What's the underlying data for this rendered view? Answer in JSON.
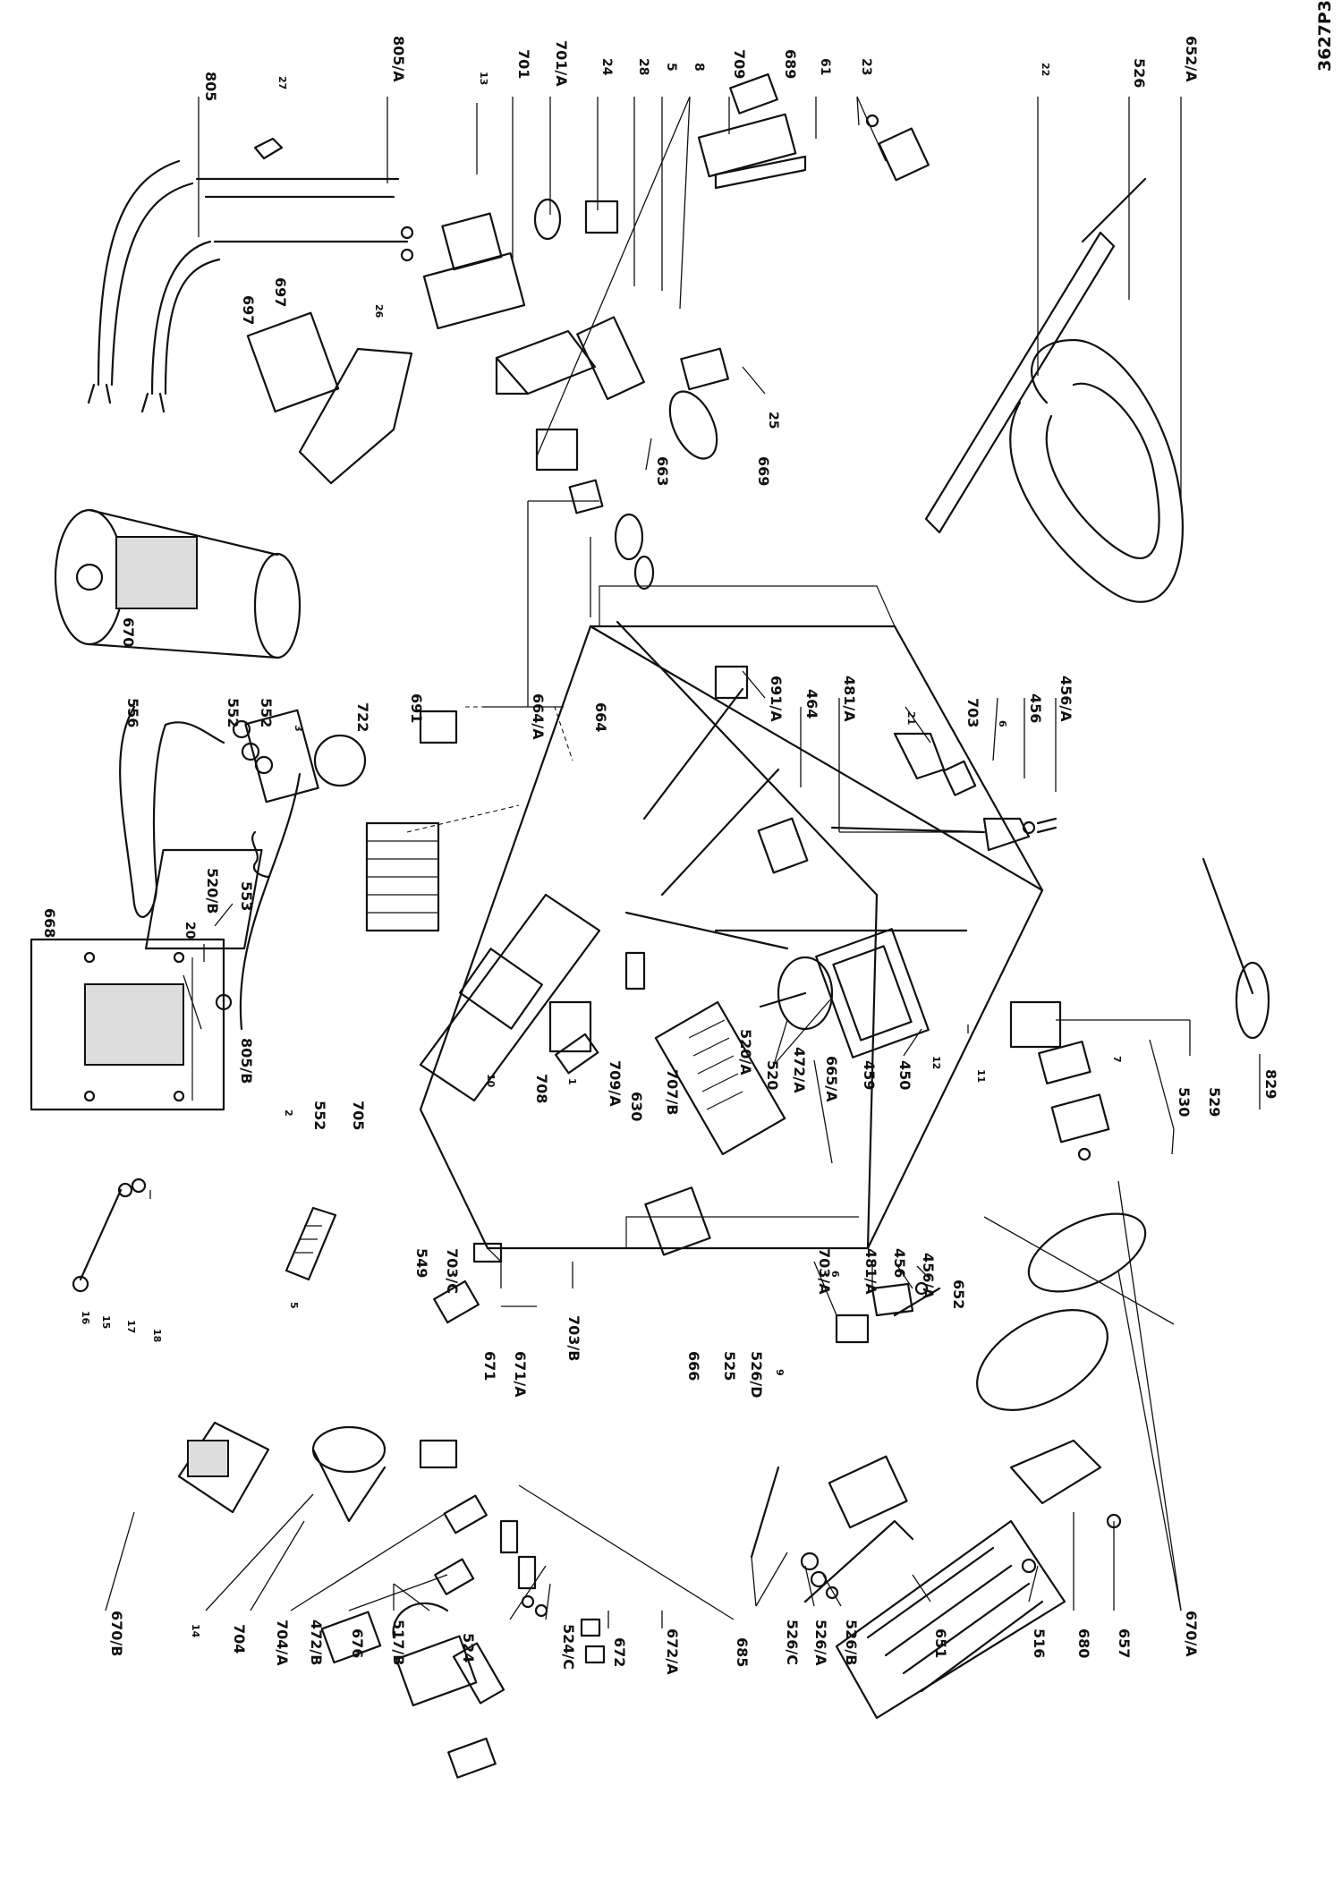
{
  "sheet_code": "3627P3",
  "labels": {
    "l805": "805",
    "l27": "27",
    "l805A": "805/A",
    "l13": "13",
    "l701": "701",
    "l701A": "701/A",
    "l24": "24",
    "l28": "28",
    "l5top": "5",
    "l8": "8",
    "l709": "709",
    "l689": "689",
    "l61": "61",
    "l23": "23",
    "l22": "22",
    "l526": "526",
    "l652A": "652/A",
    "l697a": "697",
    "l697b": "697",
    "l26": "26",
    "l669": "669",
    "l25": "25",
    "l663": "663",
    "l670": "670",
    "l556": "556",
    "l552a": "552",
    "l552b": "552",
    "l3": "3",
    "l722": "722",
    "l691": "691",
    "l664A": "664/A",
    "l664": "664",
    "l691A": "691/A",
    "l464": "464",
    "l481A": "481/A",
    "l21": "21",
    "l703": "703",
    "l6a": "6",
    "l456a": "456",
    "l456A": "456/A",
    "l668": "668",
    "l20": "20",
    "l520B": "520/B",
    "l553": "553",
    "l805B": "805/B",
    "l552c": "552",
    "l2": "2",
    "l705": "705",
    "l10": "10",
    "l708": "708",
    "l1": "1",
    "l709A": "709/A",
    "l630": "630",
    "l707B": "707/B",
    "l520A": "520/A",
    "l520": "520",
    "l472A": "472/A",
    "l665A": "665/A",
    "l459": "459",
    "l450": "450",
    "l12": "12",
    "l11": "11",
    "l7": "7",
    "l530": "530",
    "l529": "529",
    "l829": "829",
    "l16": "16",
    "l15": "15",
    "l17": "17",
    "l18": "18",
    "l5mid": "5",
    "l549": "549",
    "l703C": "703/C",
    "l703B": "703/B",
    "l671": "671",
    "l671A": "671/A",
    "l666": "666",
    "l525": "525",
    "l526D": "526/D",
    "l9": "9",
    "l703A": "703/A",
    "l6b": "6",
    "l481Ab": "481/A",
    "l456b": "456",
    "l456Ab": "456/A",
    "l652": "652",
    "l670B": "670/B",
    "l14": "14",
    "l704": "704",
    "l704A": "704/A",
    "l472B": "472/B",
    "l676": "676",
    "l517B": "517/B",
    "l524": "524",
    "l524C": "524/C",
    "l672": "672",
    "l672A": "672/A",
    "l685": "685",
    "l526C": "526/C",
    "l526A": "526/A",
    "l526B": "526/B",
    "l651": "651",
    "l516": "516",
    "l680": "680",
    "l657": "657",
    "l670A": "670/A"
  },
  "colors": {
    "ink": "#111111",
    "paper": "#ffffff"
  }
}
